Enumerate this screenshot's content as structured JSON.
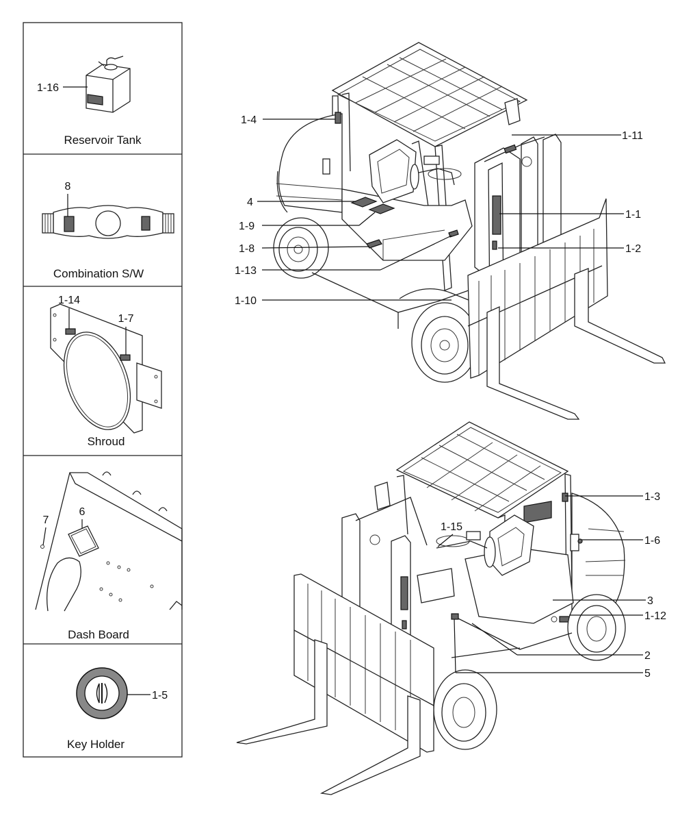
{
  "panels": {
    "reservoir_tank": {
      "title": "Reservoir Tank",
      "callout": "1-16"
    },
    "combination_sw": {
      "title": "Combination S/W",
      "callout": "8"
    },
    "shroud": {
      "title": "Shroud",
      "callouts": [
        "1-14",
        "1-7"
      ]
    },
    "dash_board": {
      "title": "Dash Board",
      "callouts": [
        "7",
        "6"
      ]
    },
    "key_holder": {
      "title": "Key Holder",
      "callout": "1-5"
    }
  },
  "forklift_top": {
    "callouts": [
      "1-4",
      "1-11",
      "4",
      "1-1",
      "1-9",
      "1-8",
      "1-2",
      "1-13",
      "1-10"
    ]
  },
  "forklift_bottom": {
    "callouts": [
      "1-3",
      "1-15",
      "1-6",
      "3",
      "1-12",
      "2",
      "5"
    ]
  }
}
